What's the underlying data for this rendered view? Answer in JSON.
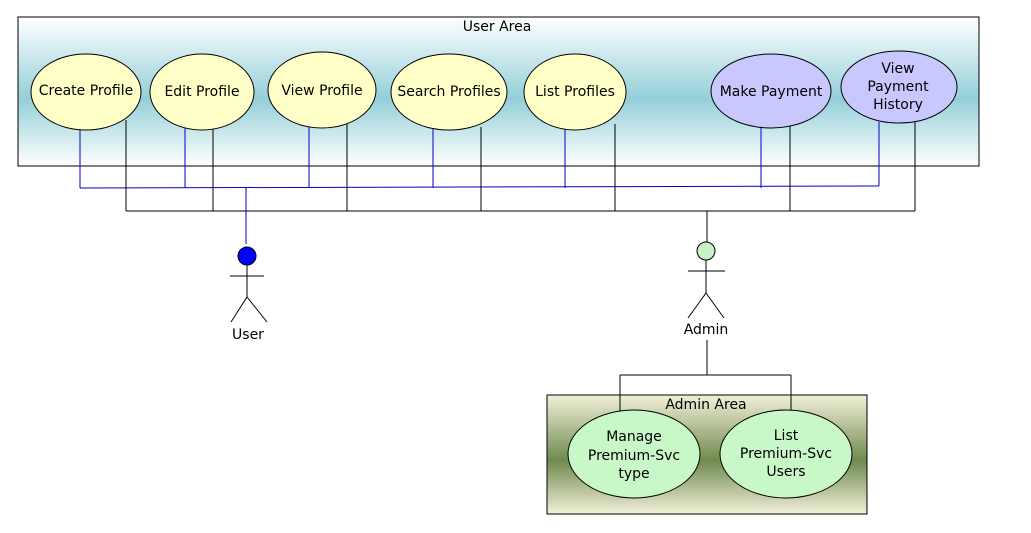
{
  "user_area": {
    "title": "User Area"
  },
  "admin_area": {
    "title": "Admin Area"
  },
  "actors": {
    "user": {
      "label": "User",
      "head_color": "#0000ff"
    },
    "admin": {
      "label": "Admin",
      "head_color": "#c8f0c8"
    }
  },
  "use_cases": {
    "create_profile": [
      "Create Profile"
    ],
    "edit_profile": [
      "Edit Profile"
    ],
    "view_profile": [
      "View Profile"
    ],
    "search_profiles": [
      "Search Profiles"
    ],
    "list_profiles": [
      "List Profiles"
    ],
    "make_payment": [
      "Make Payment"
    ],
    "view_payment_history": [
      "View",
      "Payment",
      "History"
    ],
    "manage_premium_svc_type": [
      "Manage",
      "Premium-Svc",
      "type"
    ],
    "list_premium_svc_users": [
      "List",
      "Premium-Svc",
      "Users"
    ]
  },
  "colors": {
    "yellow_fill": "#ffffc8",
    "purple_fill": "#c8c8ff",
    "green_fill": "#c8f8c8",
    "user_line": "#0000cc",
    "admin_line": "#000000"
  }
}
